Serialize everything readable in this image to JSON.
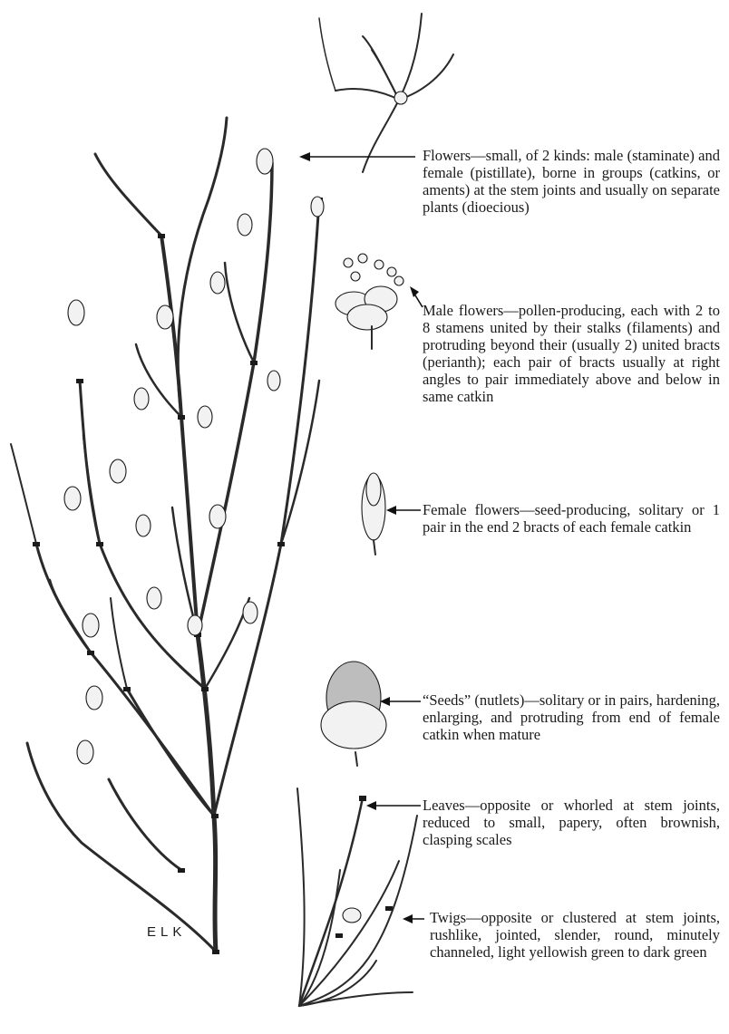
{
  "captions": {
    "flowers": "Flowers—small, of 2 kinds: male (staminate) and female (pistillate), borne in groups (catkins, or aments) at the stem joints and usually on separate plants (dioecious)",
    "male": "Male flowers—pollen-producing, each with 2 to 8 stamens united by their stalks (filaments) and protruding beyond their (usually 2) united bracts (perianth); each pair of bracts usually at right angles to pair immediately above and below in same catkin",
    "female": "Female flowers—seed-producing, solitary or 1 pair in the end 2 bracts of each female catkin",
    "seeds": "“Seeds” (nutlets)—solitary or in pairs, hardening, enlarging, and protruding from end of female catkin when mature",
    "leaves": "Leaves—opposite or whorled at stem joints, reduced to small, papery, often brownish, clasping scales",
    "twigs": "Twigs—opposite or clustered at stem joints, rushlike, jointed, slender, round, minutely channeled, light yellowish green to dark green"
  },
  "artist_initials": "ELK"
}
